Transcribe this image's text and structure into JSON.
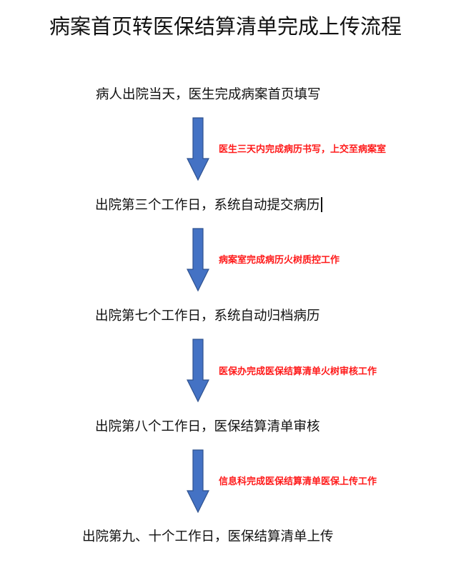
{
  "title": "病案首页转医保结算清单完成上传流程",
  "steps": [
    "病人出院当天，医生完成病案首页填写",
    "出院第三个工作日，系统自动提交病历",
    "出院第七个工作日，系统自动归档病历",
    "出院第八个工作日，医保结算清单审核",
    "出院第九、十个工作日，医保结算清单上传"
  ],
  "transitions": [
    "医生三天内完成病历书写，上交至病案室",
    "病案室完成病历火树质控工作",
    "医保办完成医保结算清单火树审核工作",
    "信息科完成医保结算清单医保上传工作"
  ],
  "colors": {
    "arrow": "#4472C4",
    "arrow_border": "#2F528F",
    "label": "#FF1A1A"
  }
}
